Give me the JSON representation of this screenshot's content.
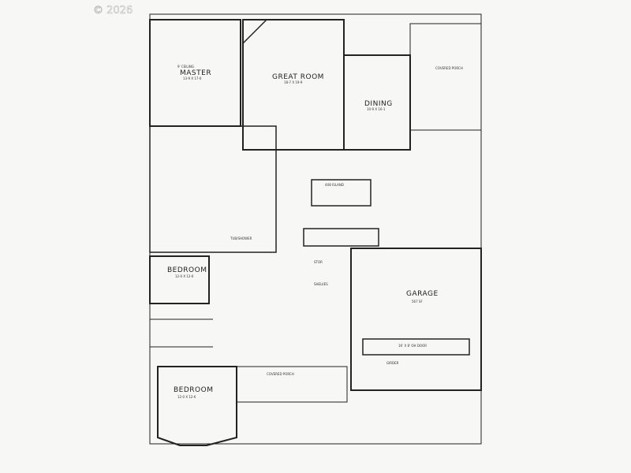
{
  "watermark": "© 2026",
  "rooms": {
    "master": "MASTER",
    "great_room": "GREAT ROOM",
    "dining": "DINING",
    "bedroom_1": "BEDROOM",
    "garage": "GARAGE",
    "garage_area": "567 SF",
    "bedroom_2": "BEDROOM",
    "covered_porch_front": "COVERED PORCH",
    "covered_porch_rear": "COVERED PORCH"
  },
  "labels": {
    "island": "4X8 ISLAND",
    "tub_shower": "TUB/SHOWER",
    "shelves": "SHELVES",
    "stor": "STOR",
    "garage_door": "16' X 8' OH DOOR",
    "girder": "GIRDER",
    "ceiling": "9' CEILING",
    "great_room_size": "18-7 X 19-9",
    "dining_size": "10-9 X 16-1",
    "master_size": "13-9 X 17-0",
    "bedroom_1_size": "12-0 X 12-6",
    "bedroom_2_size": "12-0 X 12-6"
  }
}
